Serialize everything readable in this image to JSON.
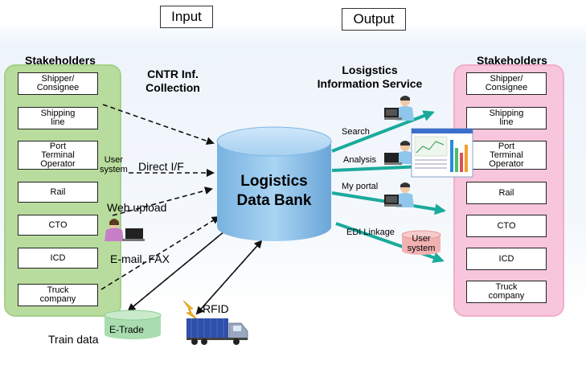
{
  "header": {
    "input_label": "Input",
    "output_label": "Output"
  },
  "left_panel": {
    "title": "Stakeholders",
    "items": [
      "Shipper/\nConsignee",
      "Shipping\nline",
      "Port\nTerminal\nOperator",
      "Rail",
      "CTO",
      "ICD",
      "Truck\ncompany"
    ]
  },
  "right_panel": {
    "title": "Stakeholders",
    "items": [
      "Shipper/\nConsignee",
      "Shipping\nline",
      "Port\nTerminal\nOperator",
      "Rail",
      "CTO",
      "ICD",
      "Truck\ncompany"
    ]
  },
  "center": {
    "collection_label": "CNTR Inf.\nCollection",
    "service_label": "Losigstics\nInformation Service",
    "databank_label": "Logistics\nData Bank"
  },
  "inputs": {
    "user_system": "User\nsystem",
    "direct_if": "Direct I/F",
    "web_upload": "Web upload",
    "email_fax": "E-mail, FAX",
    "etrade": "E-Trade",
    "train_data": "Train data",
    "rfid": "RFID"
  },
  "outputs": {
    "search": "Search",
    "analysis": "Analysis",
    "my_portal": "My portal",
    "edi_linkage": "EDI Linkage",
    "user_system": "User\nsystem"
  },
  "colors": {
    "left_panel": "#b8dc9d",
    "right_panel": "#f7c6dc",
    "databank": "#8fc3ea",
    "output_arrow": "#1aaa9c",
    "etrade": "#a9dcae",
    "user_system_out": "#f2b1b1",
    "truck": "#2f4fa8"
  },
  "icons": [
    "person-laptop-icon",
    "truck-icon",
    "lightning-icon",
    "chart-screen-icon",
    "database-icon"
  ]
}
